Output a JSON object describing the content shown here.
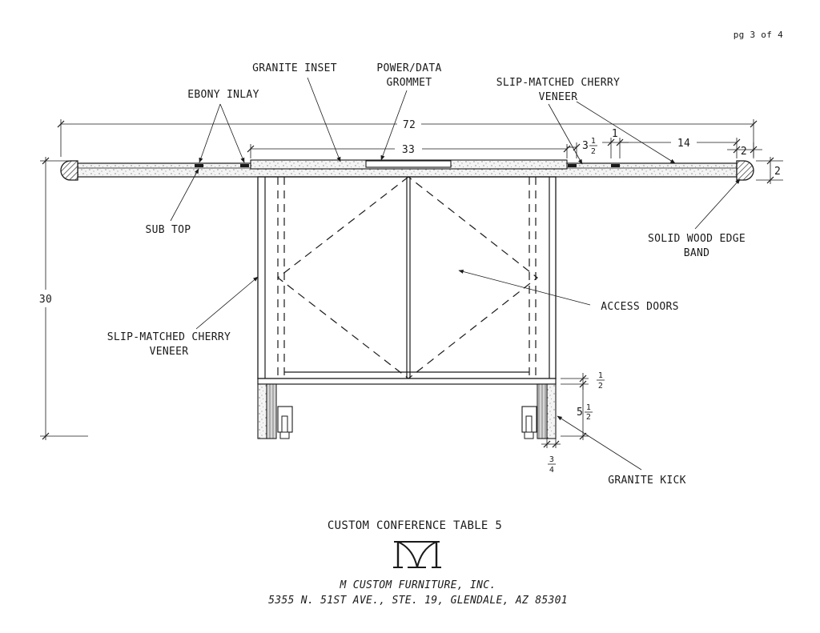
{
  "page_number": "pg 3 of 4",
  "labels": {
    "granite_inset": "GRANITE INSET",
    "power_data_grommet_1": "POWER/DATA",
    "power_data_grommet_2": "GROMMET",
    "ebony_inlay": "EBONY INLAY",
    "slip_matched_top_1": "SLIP-MATCHED CHERRY",
    "slip_matched_top_2": "VENEER",
    "sub_top": "SUB TOP",
    "solid_wood_edge_1": "SOLID WOOD EDGE",
    "solid_wood_edge_2": "BAND",
    "access_doors": "ACCESS DOORS",
    "slip_matched_side_1": "SLIP-MATCHED CHERRY",
    "slip_matched_side_2": "VENEER",
    "granite_kick": "GRANITE KICK"
  },
  "dimensions": {
    "overall_width": "72",
    "granite_width": "33",
    "inlay_offset_whole": "3",
    "inlay_offset_num": "1",
    "inlay_offset_den": "2",
    "inlay_width": "1",
    "veneer_width": "14",
    "edge_band": "2",
    "top_thickness": "2",
    "overall_height": "30",
    "gap_num": "1",
    "gap_den": "2",
    "kick_height_whole": "5",
    "kick_height_num": "1",
    "kick_height_den": "2",
    "kick_thick_num": "3",
    "kick_thick_den": "4"
  },
  "title_block": {
    "drawing_title": "CUSTOM CONFERENCE TABLE 5",
    "company": "M CUSTOM FURNITURE, INC.",
    "address": "5355 N. 51ST AVE., STE. 19, GLENDALE, AZ 85301"
  }
}
